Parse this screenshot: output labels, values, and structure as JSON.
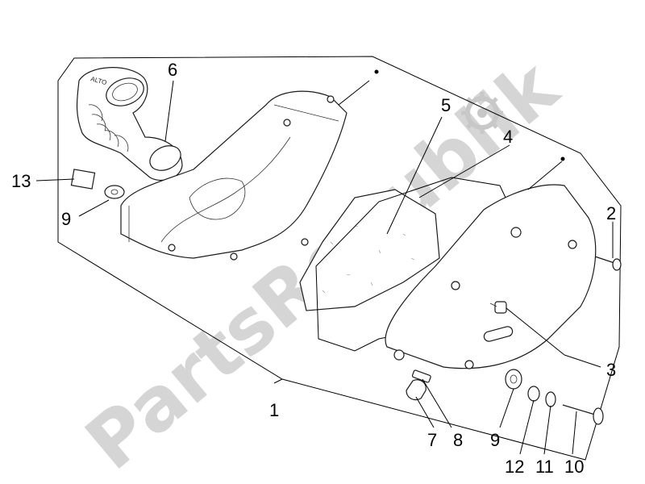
{
  "watermark": "PartsRepublik",
  "callouts": [
    {
      "id": "1",
      "label": "1"
    },
    {
      "id": "2",
      "label": "2"
    },
    {
      "id": "3",
      "label": "3"
    },
    {
      "id": "4",
      "label": "4"
    },
    {
      "id": "5",
      "label": "5"
    },
    {
      "id": "6",
      "label": "6"
    },
    {
      "id": "7",
      "label": "7"
    },
    {
      "id": "8",
      "label": "8"
    },
    {
      "id": "9a",
      "label": "9"
    },
    {
      "id": "9b",
      "label": "9"
    },
    {
      "id": "10",
      "label": "10"
    },
    {
      "id": "11",
      "label": "11"
    },
    {
      "id": "12",
      "label": "12"
    },
    {
      "id": "13",
      "label": "13"
    }
  ],
  "hose_marking": "ALTO",
  "colors": {
    "line": "#000000",
    "watermark": "#c8c8c8",
    "background": "#ffffff"
  }
}
